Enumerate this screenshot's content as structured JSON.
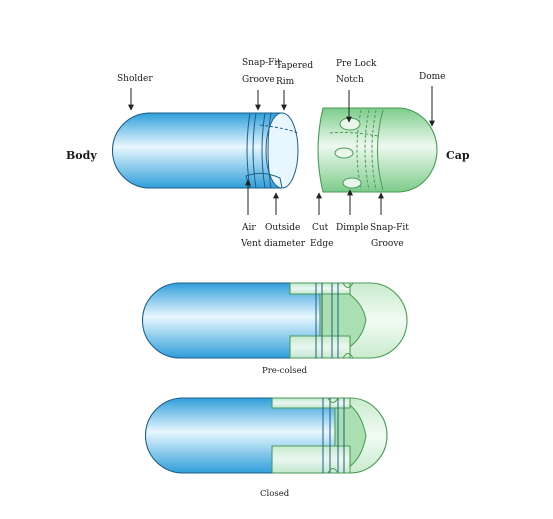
{
  "labels": {
    "sholder": "Sholder",
    "snap_fit_groove_top_1": "Snap-Fit",
    "snap_fit_groove_top_2": "Groove",
    "tapered_rim_1": "Tapered",
    "tapered_rim_2": "Rim",
    "pre_lock_notch_1": "Pre Lock",
    "pre_lock_notch_2": "Notch",
    "dome": "Dome",
    "body": "Body",
    "cap": "Cap",
    "air_vent_1": "Air",
    "air_vent_2": "Vent",
    "outside_diameter_1": "Outside",
    "outside_diameter_2": "diameter",
    "cut_edge_1": "Cut",
    "cut_edge_2": "Edge",
    "dimple": "Dimple",
    "snap_fit_groove_bottom_1": "Snap-Fit",
    "snap_fit_groove_bottom_2": "Groove"
  },
  "captions": {
    "pre_closed": "Pre-colsed",
    "closed": "Closed"
  },
  "colors": {
    "body_blue": "#3aa8df",
    "body_light": "#e8f7ff",
    "cap_green": "#8ed49a",
    "cap_light": "#e9f7ea"
  }
}
